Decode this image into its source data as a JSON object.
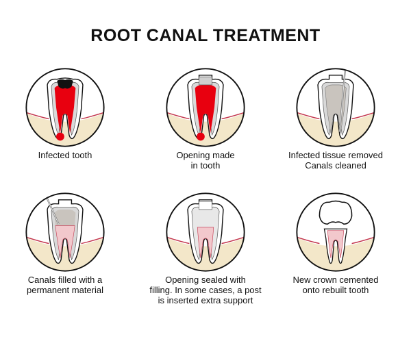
{
  "title": "ROOT CANAL TREATMENT",
  "colors": {
    "pulp_infected": "#e8000f",
    "infection_dark": "#111111",
    "gum": "#f3e7c9",
    "gum_line": "#c2324a",
    "enamel": "#ffffff",
    "dentin": "#d9d9d9",
    "cleaned_canal": "#c9c4be",
    "filling": "#f2c8cc",
    "temporary_filling": "#cfcfcf"
  },
  "steps": [
    {
      "id": "infected",
      "caption": [
        "Infected tooth"
      ]
    },
    {
      "id": "opening",
      "caption": [
        "Opening made",
        "in tooth"
      ]
    },
    {
      "id": "cleaned",
      "caption": [
        "Infected tissue removed",
        "Canals cleaned"
      ]
    },
    {
      "id": "filled",
      "caption": [
        "Canals filled with a",
        "permanent material"
      ]
    },
    {
      "id": "sealed",
      "caption": [
        "Opening sealed with",
        "filling. In some cases, a post",
        "is inserted extra support"
      ]
    },
    {
      "id": "crown",
      "caption": [
        "New crown cemented",
        "onto rebuilt tooth"
      ]
    }
  ]
}
